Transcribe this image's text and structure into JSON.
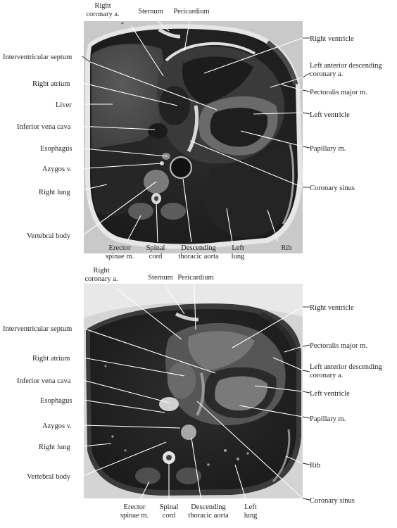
{
  "top_panel": {
    "labels": {
      "right_coronary_1": "Right",
      "right_coronary_2": "coronary a.",
      "sternum": "Sternum",
      "pericardium": "Pericardium",
      "right_ventricle": "Right ventricle",
      "interventricular_septum": "Interventricular septum",
      "lad_1": "Left anterior descending",
      "lad_2": "coronary a.",
      "right_atrium": "Right atrium",
      "pectoralis": "Pectoralis major m.",
      "liver": "Liver",
      "left_ventricle": "Left ventricle",
      "ivc": "Inferior vena cava",
      "papillary": "Papillary m.",
      "esophagus": "Esophagus",
      "azygos": "Azygos v.",
      "coronary_sinus": "Coronary sinus",
      "right_lung": "Right lung",
      "vertebral_body": "Vertebral body",
      "erector_1": "Erector",
      "erector_2": "spinae m.",
      "spinal_1": "Spinal",
      "spinal_2": "cord",
      "desc_aorta_1": "Descending",
      "desc_aorta_2": "thoracic aorta",
      "left_lung_1": "Left",
      "left_lung_2": "lung",
      "rib": "Rib"
    }
  },
  "bottom_panel": {
    "labels": {
      "right_coronary_1": "Right",
      "right_coronary_2": "coronary a.",
      "sternum": "Sternum",
      "pericardium": "Pericardium",
      "right_ventricle": "Right ventricle",
      "interventricular_septum": "Interventricular septum",
      "pectoralis": "Pectoralis major m.",
      "right_atrium": "Right atrium",
      "lad_1": "Left anterior descending",
      "lad_2": "coronary a.",
      "ivc": "Inferior vena cava",
      "left_ventricle": "Left ventricle",
      "esophagus": "Esophagus",
      "papillary": "Papillary m.",
      "azygos": "Azygos v.",
      "right_lung": "Right lung",
      "rib": "Rib",
      "vertebral_body": "Vertebral body",
      "coronary_sinus": "Coronary sinus",
      "erector_1": "Erector",
      "erector_2": "spinae m.",
      "spinal_1": "Spinal",
      "spinal_2": "cord",
      "desc_aorta_1": "Descending",
      "desc_aorta_2": "thoracic aorta",
      "left_lung_1": "Left",
      "left_lung_2": "lung"
    }
  }
}
